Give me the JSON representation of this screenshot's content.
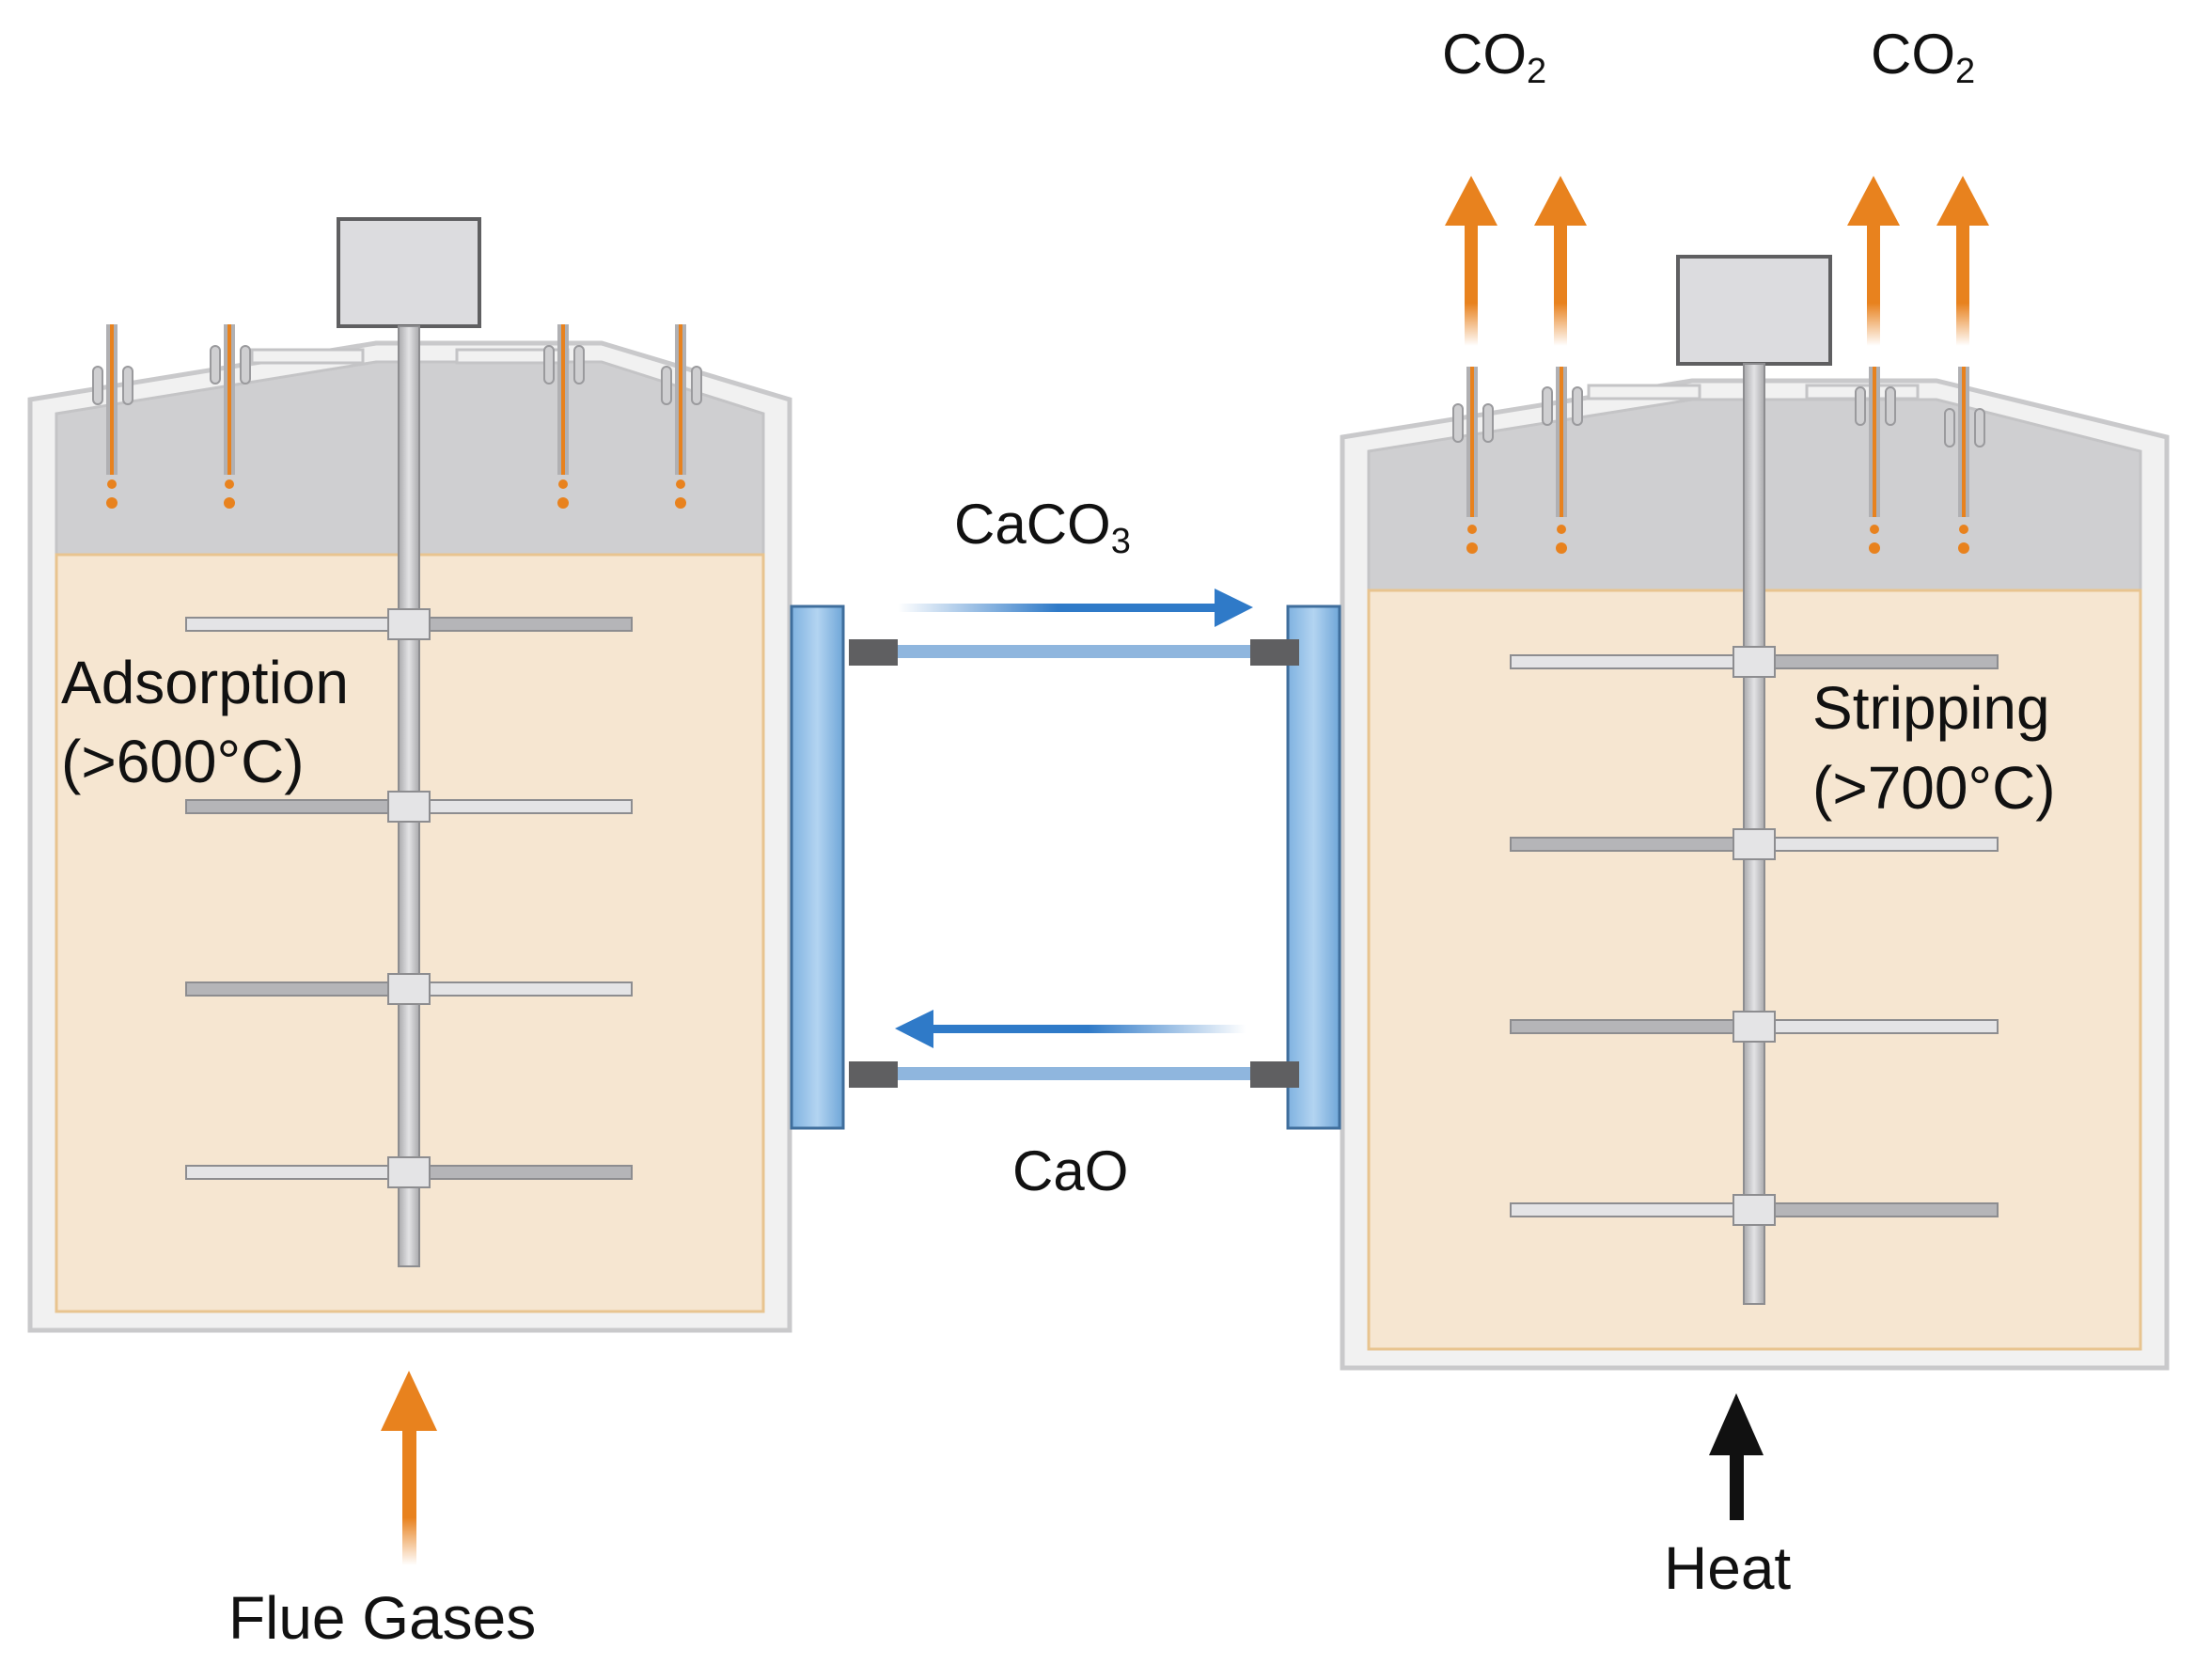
{
  "labels": {
    "co2_left": "CO",
    "co2_right": "CO",
    "co2_subscript": "2",
    "caco3_main": "CaCO",
    "caco3_subscript": "3",
    "cao": "CaO",
    "adsorption": "Adsorption",
    "adsorption_temp": "(>600°C)",
    "stripping": "Stripping",
    "stripping_temp": "(>700°C)",
    "flue_gases": "Flue Gases",
    "heat": "Heat"
  },
  "colors": {
    "tank_outer": "#f1f1f1",
    "tank_stroke": "#c9c9cb",
    "headspace": "#cfcfd1",
    "liquid": "#f6e6d1",
    "liquid_stroke": "#e8c48f",
    "orange": "#e8821e",
    "blue_panel": "#9fc7ea",
    "blue_arrow": "#2f7ac8",
    "shaft": "#c8c8cb",
    "motor": "#dcdcdf",
    "dark_gray": "#5f5f61",
    "black": "#111111"
  }
}
